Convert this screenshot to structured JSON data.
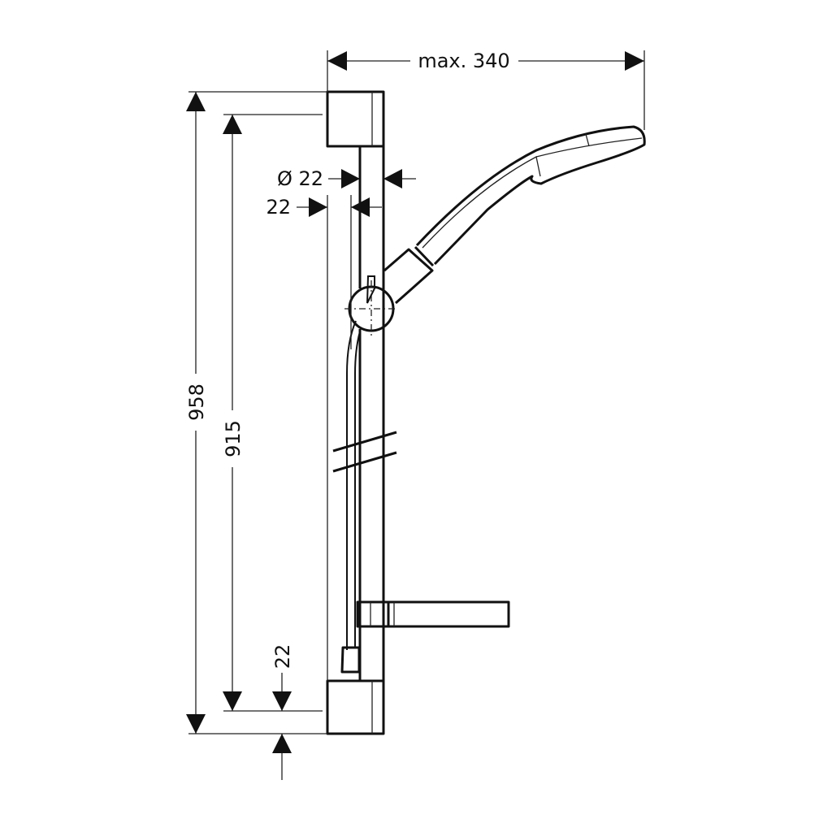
{
  "drawing": {
    "dimensions": {
      "max_reach": "max. 340",
      "pipe_diameter": "Ø 22",
      "wall_offset": "22",
      "overall_height": "958",
      "bracket_spacing": "915",
      "bottom_offset": "22"
    },
    "colors": {
      "line": "#111111",
      "background": "#ffffff"
    }
  }
}
